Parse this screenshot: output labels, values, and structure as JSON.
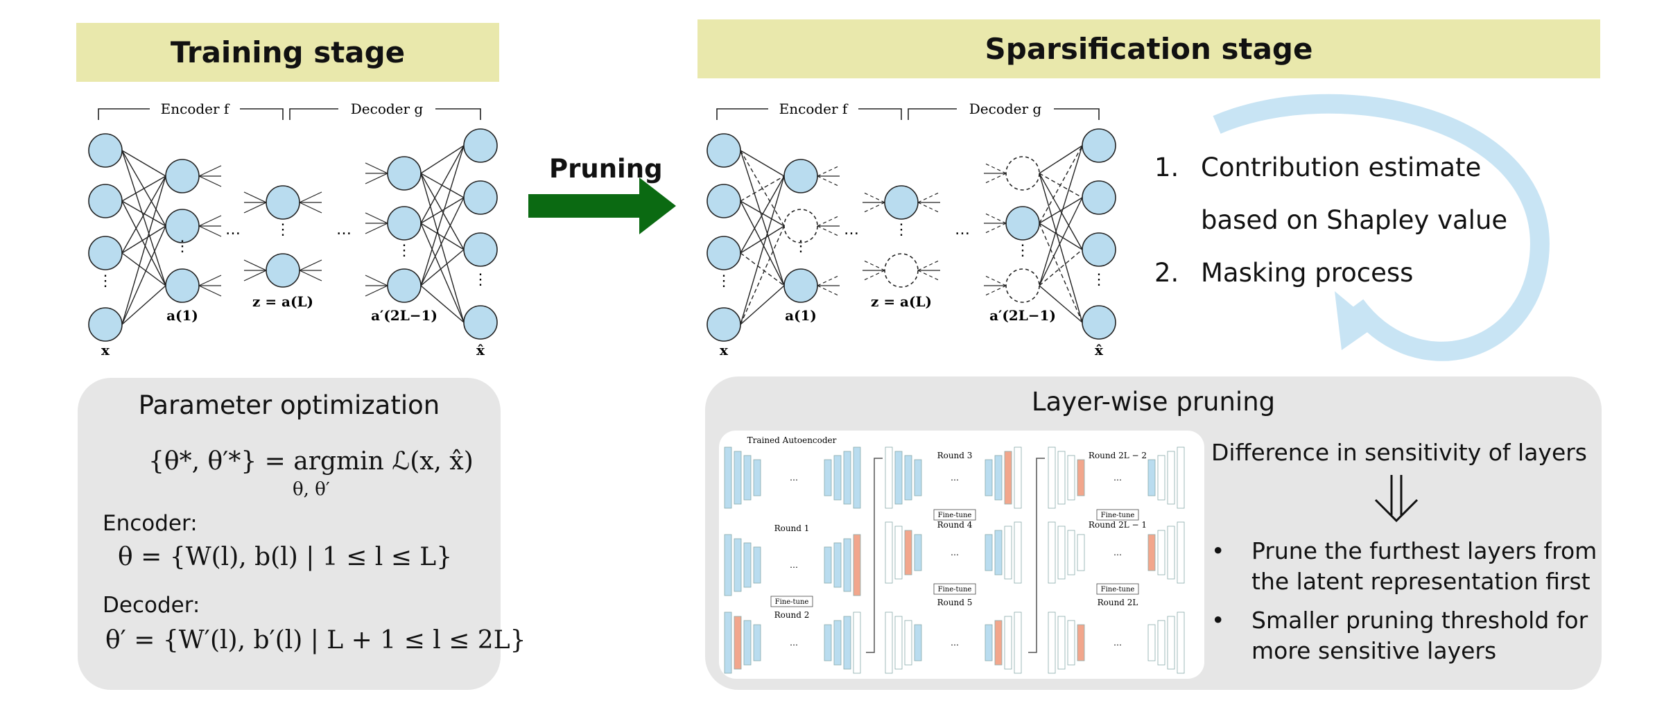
{
  "training": {
    "title": "Training stage",
    "encoder_label": "Encoder f",
    "decoder_label": "Decoder g",
    "x_label": "x",
    "a1_label": "a(1)",
    "z_label": "z = a(L)",
    "a2l_label": "a′(2L−1)",
    "xhat_label": "x̂"
  },
  "arrow": {
    "label": "Pruning",
    "color": "#0b6a12"
  },
  "sparsification": {
    "title": "Sparsification stage",
    "encoder_label": "Encoder f",
    "decoder_label": "Decoder g",
    "steps": [
      {
        "num": "1.",
        "text": "Contribution estimate"
      },
      {
        "num": "",
        "text": "based on Shapley value"
      },
      {
        "num": "2.",
        "text": "Masking process"
      }
    ],
    "cycle_color": "#c8e4f4"
  },
  "param_opt": {
    "title": "Parameter optimization",
    "objective": "{θ*, θ′*} = argmin ℒ(x, x̂)",
    "objective_sub": "θ, θ′",
    "encoder_label": "Encoder:",
    "encoder_eq": "θ = {W(l), b(l) | 1 ≤ l ≤ L}",
    "decoder_label": "Decoder:",
    "decoder_eq": "θ′ = {W′(l), b′(l) | L + 1 ≤ l ≤ 2L}"
  },
  "layerwise": {
    "title": "Layer-wise pruning",
    "heading": "Difference in sensitivity of layers",
    "bullets": [
      "Prune the furthest layers from the latent representation first",
      "Smaller pruning threshold for more sensitive layers"
    ],
    "diagram": {
      "trained_label": "Trained Autoencoder",
      "rounds": [
        "Round 1",
        "Round 2",
        "Round 3",
        "Round 4",
        "Round 5",
        "Round 2L − 2",
        "Round 2L − 1",
        "Round 2L"
      ],
      "finetune": "Fine-tune"
    }
  },
  "colors": {
    "header": "#e9e8ac",
    "panel": "#e6e6e6",
    "node": "#b9dcef",
    "pruned_layer": "#f2a68c"
  }
}
